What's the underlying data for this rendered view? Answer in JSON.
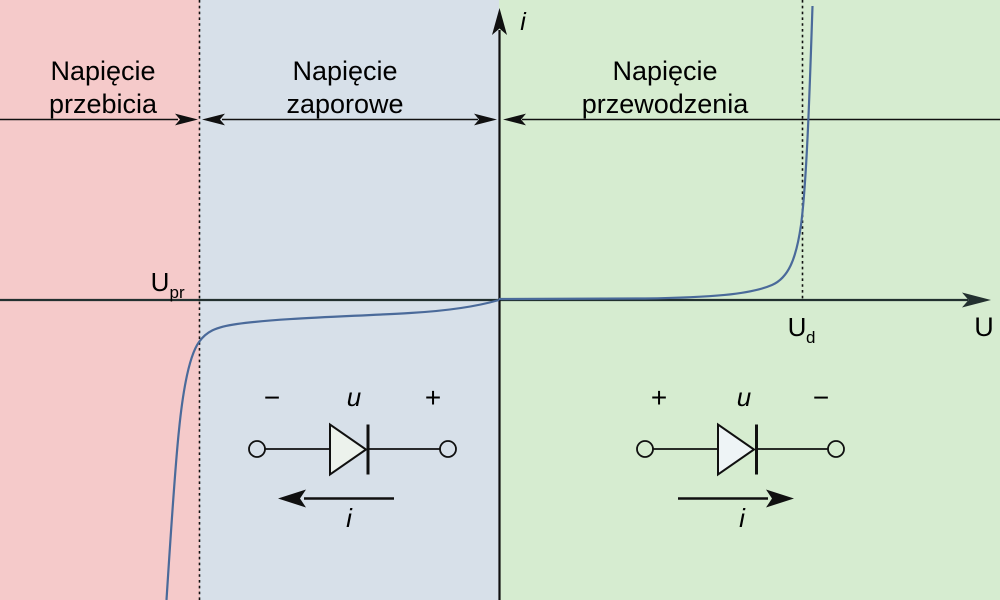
{
  "figure": {
    "title": "Diode current-voltage characteristic with labeled voltage regions",
    "regions": {
      "breakdown": {
        "line1": "Napięcie",
        "line2": "przebicia",
        "color": "#f5caca"
      },
      "reverse": {
        "line1": "Napięcie",
        "line2": "zaporowe",
        "color": "#d7e0e9"
      },
      "forward": {
        "line1": "Napięcie",
        "line2": "przewodzenia",
        "color": "#d6ecd0"
      }
    },
    "axes": {
      "y_label": "i",
      "x_label": "U"
    },
    "markers": {
      "u_pr_base": "U",
      "u_pr_sub": "pr",
      "u_d_base": "U",
      "u_d_sub": "d"
    },
    "reverse_diode": {
      "left_sign": "−",
      "voltage_label": "u",
      "right_sign": "+",
      "current_label": "i",
      "current_direction": "left"
    },
    "forward_diode": {
      "left_sign": "+",
      "voltage_label": "u",
      "right_sign": "−",
      "current_label": "i",
      "current_direction": "right"
    },
    "colors": {
      "curve": "#4a6a9a",
      "axis": "#22302f",
      "annotation": "#101010",
      "diode_fill_reverse": "#ecf2ec",
      "diode_fill_forward": "#eef4f6"
    }
  }
}
